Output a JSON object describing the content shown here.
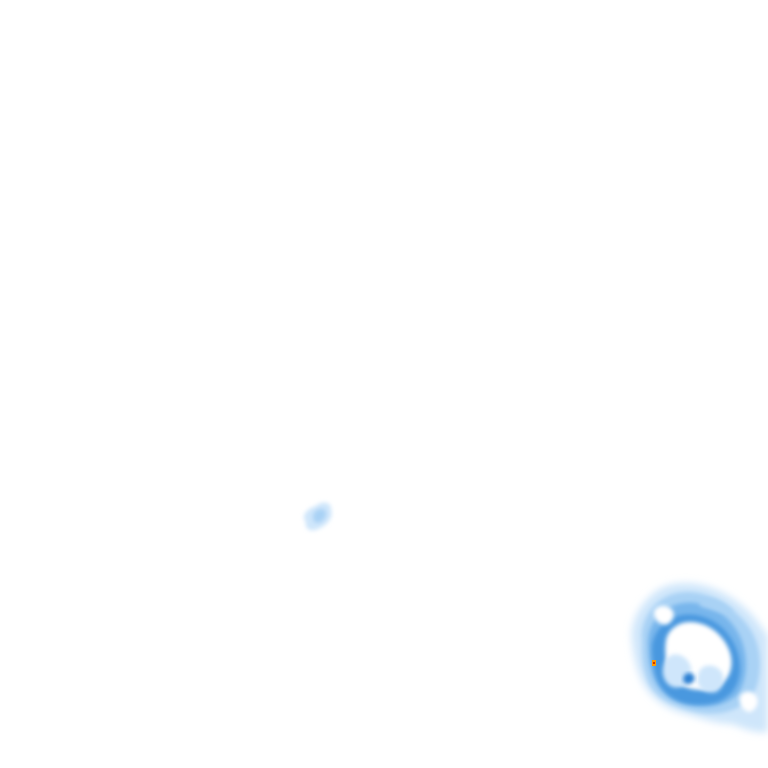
{
  "map": {
    "background": "#ffffff",
    "palette": {
      "faint": "#cfe6fb",
      "light": "#a9d2f5",
      "medium": "#78b6ec",
      "strong": "#4a98df",
      "deep": "#2b7fd2",
      "hot": "#ff9900",
      "core": "#cc3300"
    },
    "features": [
      {
        "name": "small-patch-west",
        "intensity": "light"
      },
      {
        "name": "large-cell-southeast",
        "intensity": "strong"
      },
      {
        "name": "hotspot-southeast",
        "intensity": "hot"
      }
    ]
  }
}
